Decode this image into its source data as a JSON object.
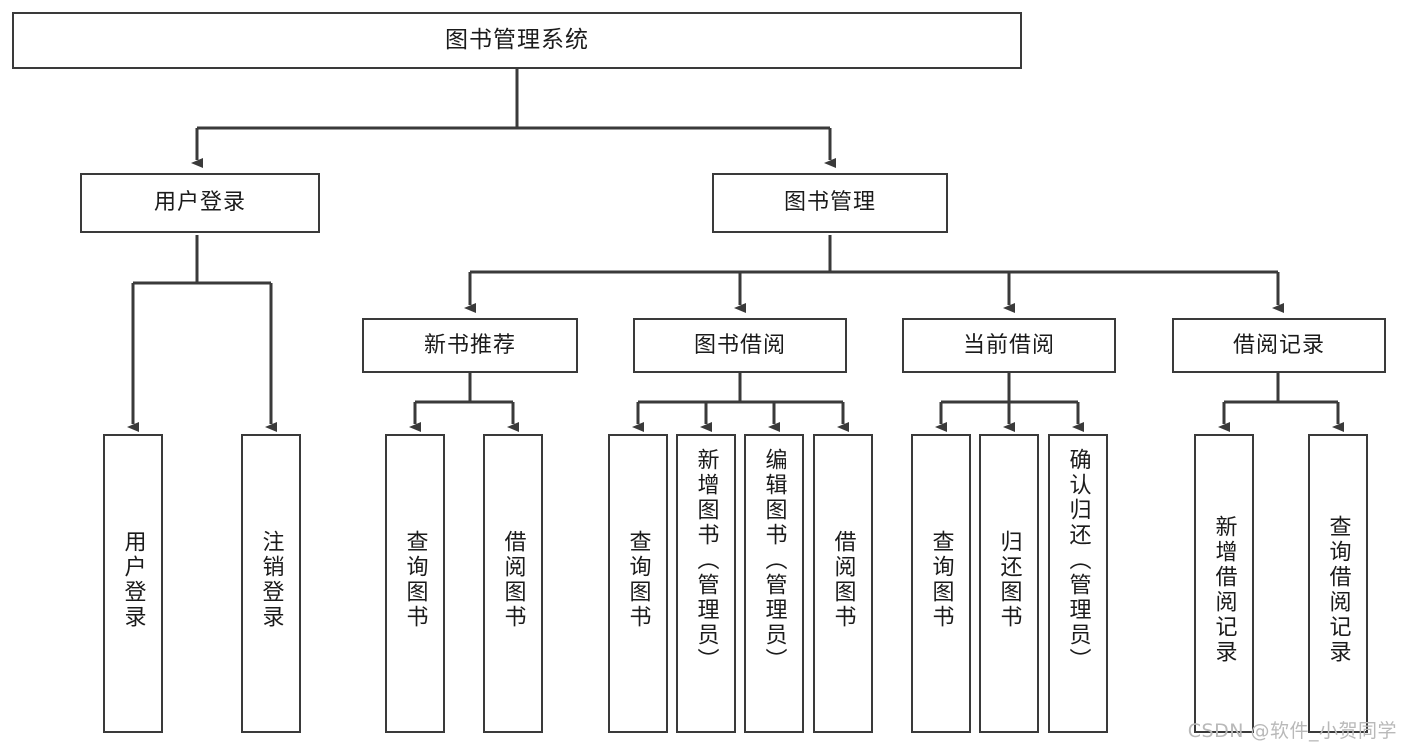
{
  "diagram": {
    "title": "图书管理系统",
    "watermark": "CSDN @软件_小贺同学",
    "line_color": "#3a3a3a",
    "background": "#ffffff",
    "text_color": "#1b1b1b",
    "watermark_color": "#b9b9b9"
  },
  "nodes": {
    "root": {
      "label": "图书管理系统"
    },
    "level2": [
      {
        "label": "用户登录"
      },
      {
        "label": "图书管理"
      }
    ],
    "level3": [
      {
        "label": "新书推荐"
      },
      {
        "label": "图书借阅"
      },
      {
        "label": "当前借阅"
      },
      {
        "label": "借阅记录"
      }
    ],
    "leaves": {
      "user_login": [
        {
          "label": "用户登录"
        },
        {
          "label": "注销登录"
        }
      ],
      "new_book": [
        {
          "label": "查询图书"
        },
        {
          "label": "借阅图书"
        }
      ],
      "book_borrow": [
        {
          "label": "查询图书"
        },
        {
          "label": "新增图书（管理员）"
        },
        {
          "label": "编辑图书（管理员）"
        },
        {
          "label": "借阅图书"
        }
      ],
      "current_borrow": [
        {
          "label": "查询图书"
        },
        {
          "label": "归还图书"
        },
        {
          "label": "确认归还（管理员）"
        }
      ],
      "borrow_record": [
        {
          "label": "新增借阅记录"
        },
        {
          "label": "查询借阅记录"
        }
      ]
    }
  },
  "chart_data": {
    "type": "diagram",
    "title": "图书管理系统",
    "tree": {
      "label": "图书管理系统",
      "children": [
        {
          "label": "用户登录",
          "children": [
            {
              "label": "用户登录"
            },
            {
              "label": "注销登录"
            }
          ]
        },
        {
          "label": "图书管理",
          "children": [
            {
              "label": "新书推荐",
              "children": [
                {
                  "label": "查询图书"
                },
                {
                  "label": "借阅图书"
                }
              ]
            },
            {
              "label": "图书借阅",
              "children": [
                {
                  "label": "查询图书"
                },
                {
                  "label": "新增图书（管理员）"
                },
                {
                  "label": "编辑图书（管理员）"
                },
                {
                  "label": "借阅图书"
                }
              ]
            },
            {
              "label": "当前借阅",
              "children": [
                {
                  "label": "查询图书"
                },
                {
                  "label": "归还图书"
                },
                {
                  "label": "确认归还（管理员）"
                }
              ]
            },
            {
              "label": "借阅记录",
              "children": [
                {
                  "label": "新增借阅记录"
                },
                {
                  "label": "查询借阅记录"
                }
              ]
            }
          ]
        }
      ]
    }
  }
}
